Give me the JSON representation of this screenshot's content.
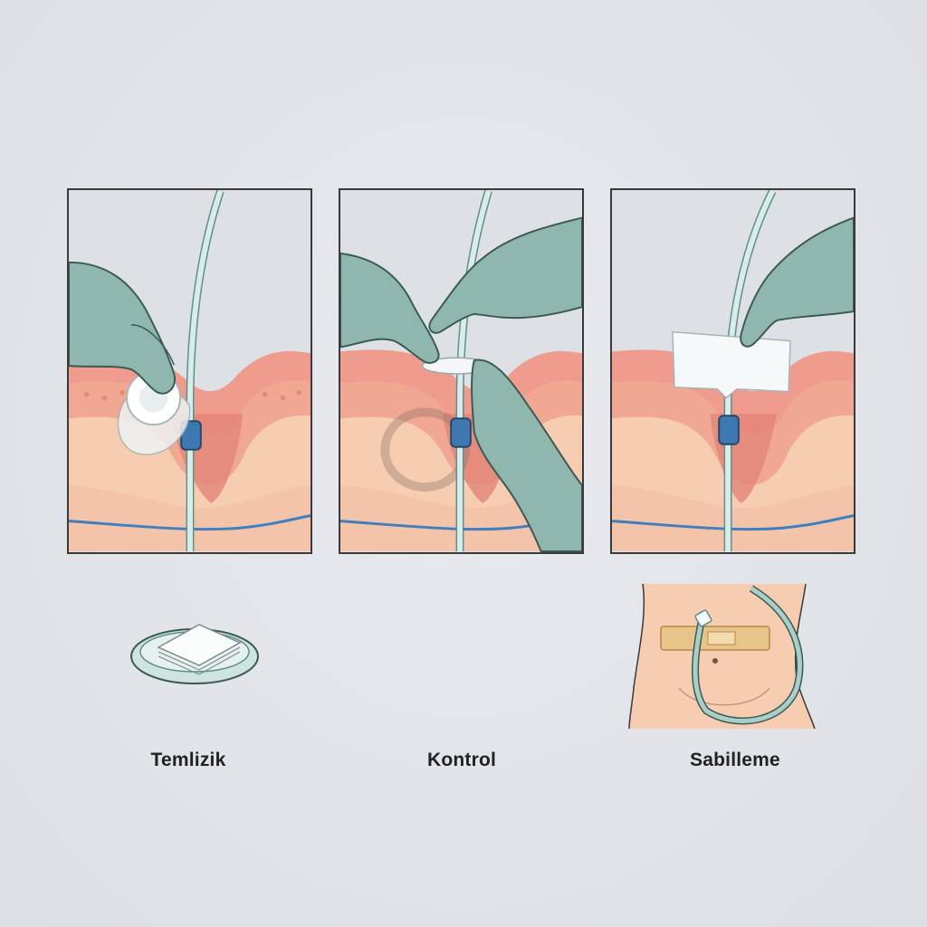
{
  "steps": [
    {
      "label": "Temlizik",
      "illustration": "cleaning-with-gauze"
    },
    {
      "label": "Kontrol",
      "illustration": "checking-catheter-site"
    },
    {
      "label": "Sabilleme",
      "illustration": "securing-catheter"
    }
  ],
  "supplies": {
    "step1": "gauze-dish",
    "step3": "abdomen-with-taped-tube"
  },
  "colors": {
    "glove": "#8fb7ad",
    "glove_outline": "#3c5a54",
    "skin_top": "#ef9c8e",
    "dermis": "#f2b49e",
    "subcutis": "#f6cdb0",
    "vein": "#3f7fbf",
    "tube": "#d8ecea",
    "catheter_cuff": "#3d78b0",
    "background": "#dde0e5"
  }
}
